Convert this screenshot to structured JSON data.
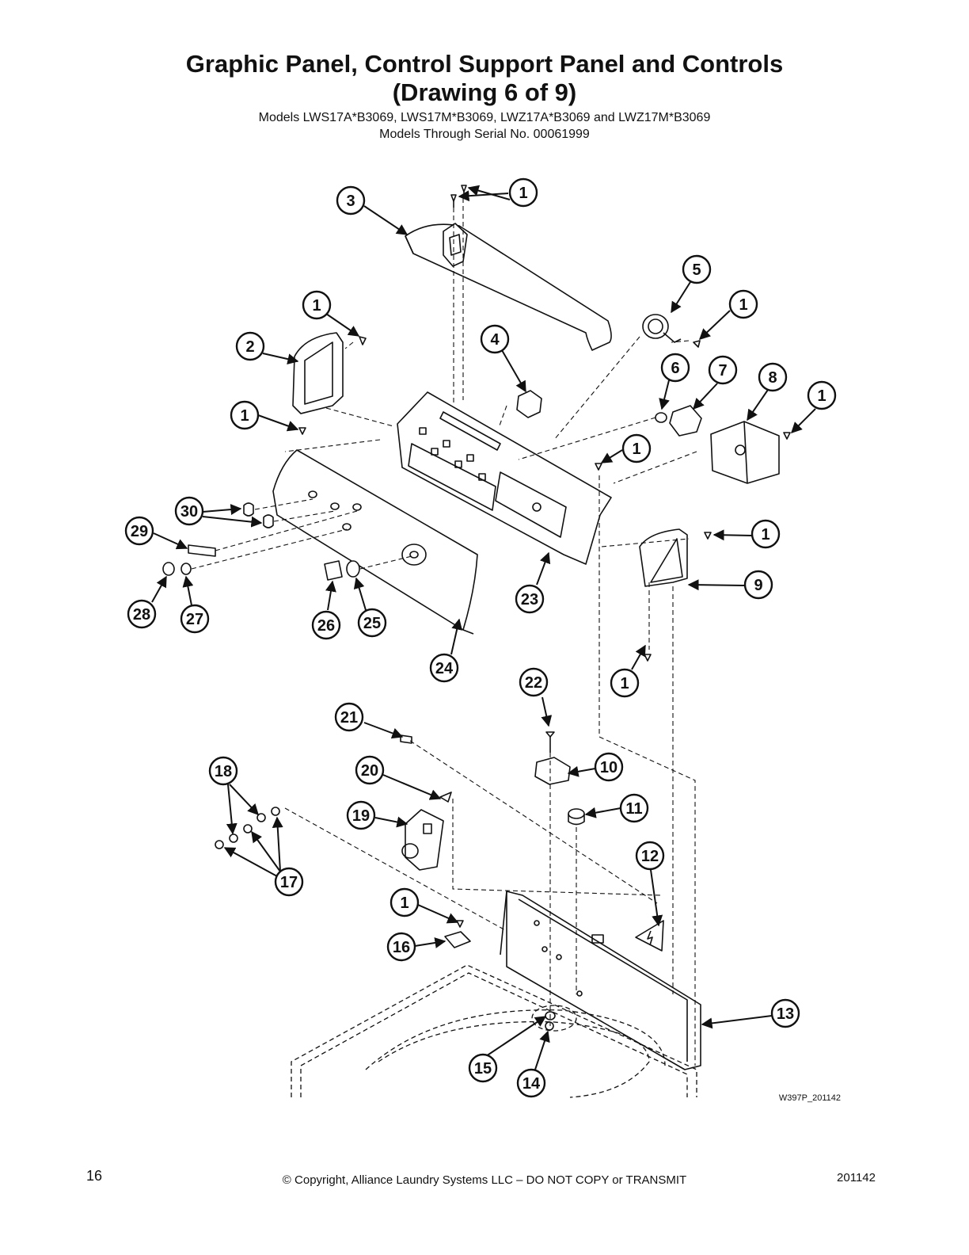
{
  "header": {
    "title_line1": "Graphic Panel, Control Support Panel and Controls",
    "title_line2": "(Drawing 6 of 9)",
    "models": "Models LWS17A*B3069, LWS17M*B3069, LWZ17A*B3069 and LWZ17M*B3069",
    "serial": "Models Through Serial No. 00061999"
  },
  "diagram": {
    "drawing_code": "W397P_201142",
    "callouts": [
      "1",
      "3",
      "5",
      "1",
      "2",
      "4",
      "6",
      "7",
      "8",
      "1",
      "1",
      "1",
      "30",
      "29",
      "28",
      "27",
      "26",
      "25",
      "24",
      "23",
      "1",
      "9",
      "1",
      "22",
      "21",
      "20",
      "19",
      "18",
      "17",
      "10",
      "11",
      "12",
      "1",
      "16",
      "13",
      "15",
      "14"
    ]
  },
  "footer": {
    "page_number": "16",
    "copyright": "© Copyright, Alliance Laundry Systems LLC – DO NOT COPY or TRANSMIT",
    "code": "201142"
  },
  "colors": {
    "line": "#111111",
    "background": "#ffffff"
  }
}
